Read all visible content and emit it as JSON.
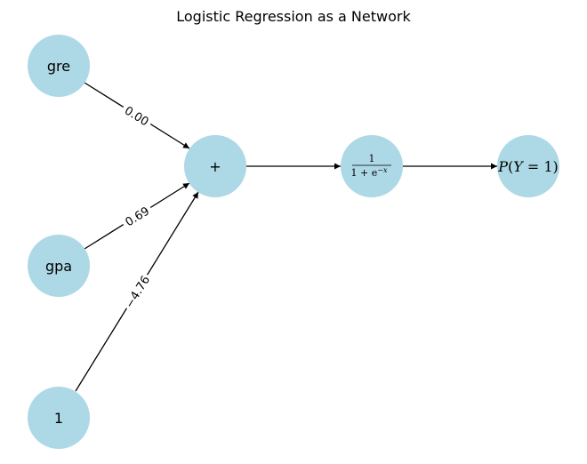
{
  "title": "Logistic Regression as a Network",
  "theme": {
    "node_fill": "#add8e6",
    "edge_color": "#000000"
  },
  "nodes": {
    "gre": {
      "label": "gre"
    },
    "gpa": {
      "label": "gpa"
    },
    "bias": {
      "label": "1"
    },
    "sum": {
      "label": "+"
    },
    "sigmoid": {
      "numerator": "1",
      "denominator_base": "1 + e",
      "exponent": "−x"
    },
    "output": {
      "P": "P",
      "open": "(",
      "Y": "Y",
      "eq": " = 1)"
    }
  },
  "edges": {
    "gre_sum": {
      "weight": "0.00"
    },
    "gpa_sum": {
      "weight": "0.69"
    },
    "bias_sum": {
      "weight": "−4.76"
    }
  }
}
